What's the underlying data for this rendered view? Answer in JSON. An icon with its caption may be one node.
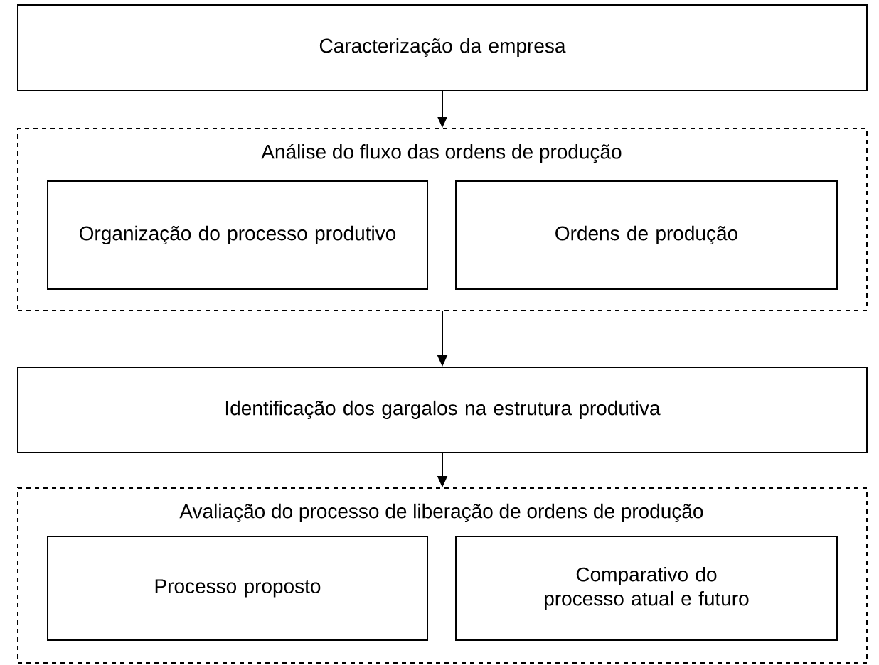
{
  "diagram": {
    "nodes": [
      {
        "text": [
          "Caracterização da empresa"
        ]
      },
      {
        "text": [
          "Análise do fluxo das ordens de produção"
        ]
      },
      {
        "text": [
          "Organização do processo produtivo"
        ],
        "in": 1
      },
      {
        "text": [
          "Ordens de produção"
        ],
        "in": 1
      },
      {
        "text": [
          "Identificação dos gargalos na estrutura produtiva"
        ]
      },
      {
        "text": [
          "Avaliação do processo de liberação de ordens de produção"
        ]
      },
      {
        "text": [
          "Processo proposto"
        ],
        "in": 5
      },
      {
        "text": [
          "Comparativo do processo atual e futuro"
        ],
        "in": 5
      }
    ],
    "edges": [
      {
        "from": 0,
        "to": 1,
        "arrow": "to"
      },
      {
        "from": 1,
        "to": 4,
        "arrow": "to"
      },
      {
        "from": 4,
        "to": 5,
        "arrow": "to"
      }
    ]
  }
}
